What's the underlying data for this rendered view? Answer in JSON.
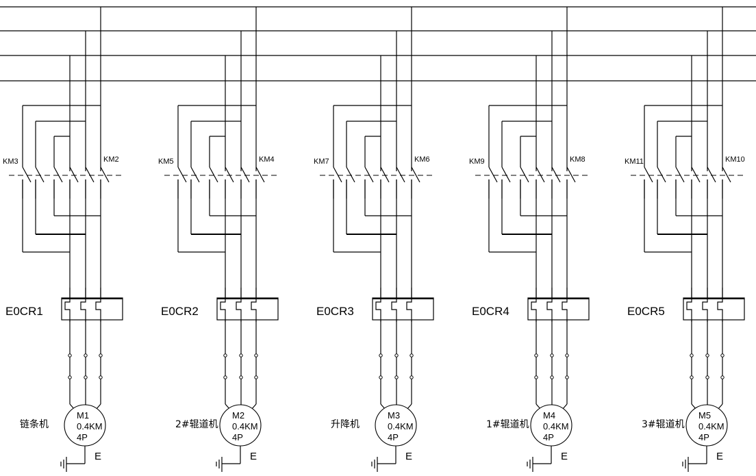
{
  "diagram": {
    "type": "electrical-schematic",
    "bus": {
      "lines": 4,
      "description": "three-phase supply bus with N/PE"
    },
    "groups": [
      {
        "reverse_contactor": "KM3",
        "forward_contactor": "KM2",
        "overload_relay": "E0CR1",
        "motor_id": "M1",
        "motor_power": "0.4KM",
        "motor_poles": "4P",
        "ground_label": "E",
        "machine_name": "链条机"
      },
      {
        "reverse_contactor": "KM5",
        "forward_contactor": "KM4",
        "overload_relay": "E0CR2",
        "motor_id": "M2",
        "motor_power": "0.4KM",
        "motor_poles": "4P",
        "ground_label": "E",
        "machine_name": "2#辊道机"
      },
      {
        "reverse_contactor": "KM7",
        "forward_contactor": "KM6",
        "overload_relay": "E0CR3",
        "motor_id": "M3",
        "motor_power": "0.4KM",
        "motor_poles": "4P",
        "ground_label": "E",
        "machine_name": "升降机"
      },
      {
        "reverse_contactor": "KM9",
        "forward_contactor": "KM8",
        "overload_relay": "E0CR4",
        "motor_id": "M4",
        "motor_power": "0.4KM",
        "motor_poles": "4P",
        "ground_label": "E",
        "machine_name": "1#辊道机"
      },
      {
        "reverse_contactor": "KM11",
        "forward_contactor": "KM10",
        "overload_relay": "E0CR5",
        "motor_id": "M5",
        "motor_power": "0.4KM",
        "motor_poles": "4P",
        "ground_label": "E",
        "machine_name": "3#辊道机"
      }
    ]
  }
}
